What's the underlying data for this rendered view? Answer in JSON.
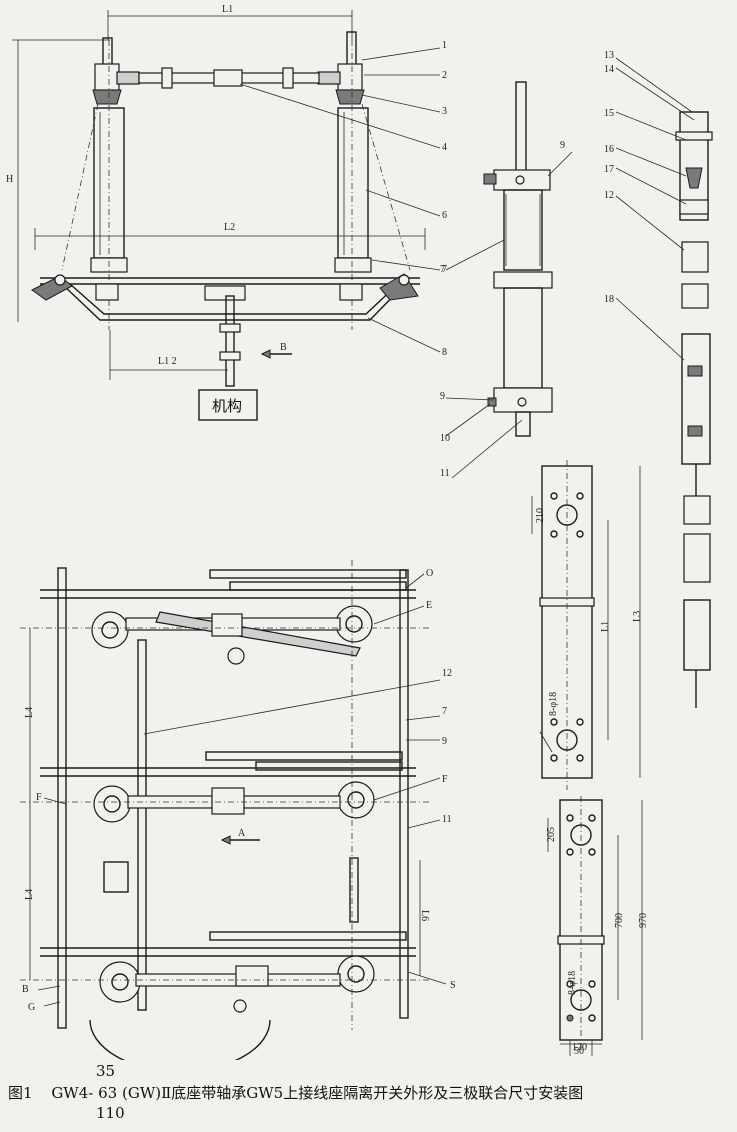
{
  "labels": {
    "top_left": {
      "L1": "L1",
      "H": "H",
      "L2": "L2",
      "L1_2": "L1 2",
      "B": "B",
      "mechanism": "机构",
      "callouts": [
        "1",
        "2",
        "3",
        "4",
        "6",
        "7",
        "8"
      ]
    },
    "top_middle": {
      "c9a": "9",
      "c7": "7",
      "c9b": "9",
      "c10": "10",
      "c11": "11"
    },
    "right_column": {
      "c13": "13",
      "c14": "14",
      "c15": "15",
      "c16": "16",
      "c17": "17",
      "c12": "12",
      "c18": "18"
    },
    "bottom_left": {
      "O": "O",
      "E": "E",
      "c12": "12",
      "c7": "7",
      "c9": "9",
      "F_left": "F",
      "F_right": "F",
      "A": "A",
      "c11": "11",
      "L4_top": "L4",
      "L4_bottom": "L4",
      "L6": "L6",
      "B": "B",
      "G": "G",
      "S": "S"
    },
    "plate_upper": {
      "d210": "210",
      "L1": "L1",
      "L3": "L3",
      "holes": "8-φ18"
    },
    "plate_lower": {
      "d205": "205",
      "d700": "700",
      "d970": "970",
      "holes": "8-φ18",
      "d50": "50",
      "d120": "120"
    }
  },
  "caption": {
    "figure": "图1",
    "model_prefix": "GW4-",
    "sub_top": "35",
    "main_text": "63 (GW)Ⅱ底座带轴承GW5上接线座隔离开关外形及三极联合尺寸安装图",
    "sub_bottom": "110"
  }
}
